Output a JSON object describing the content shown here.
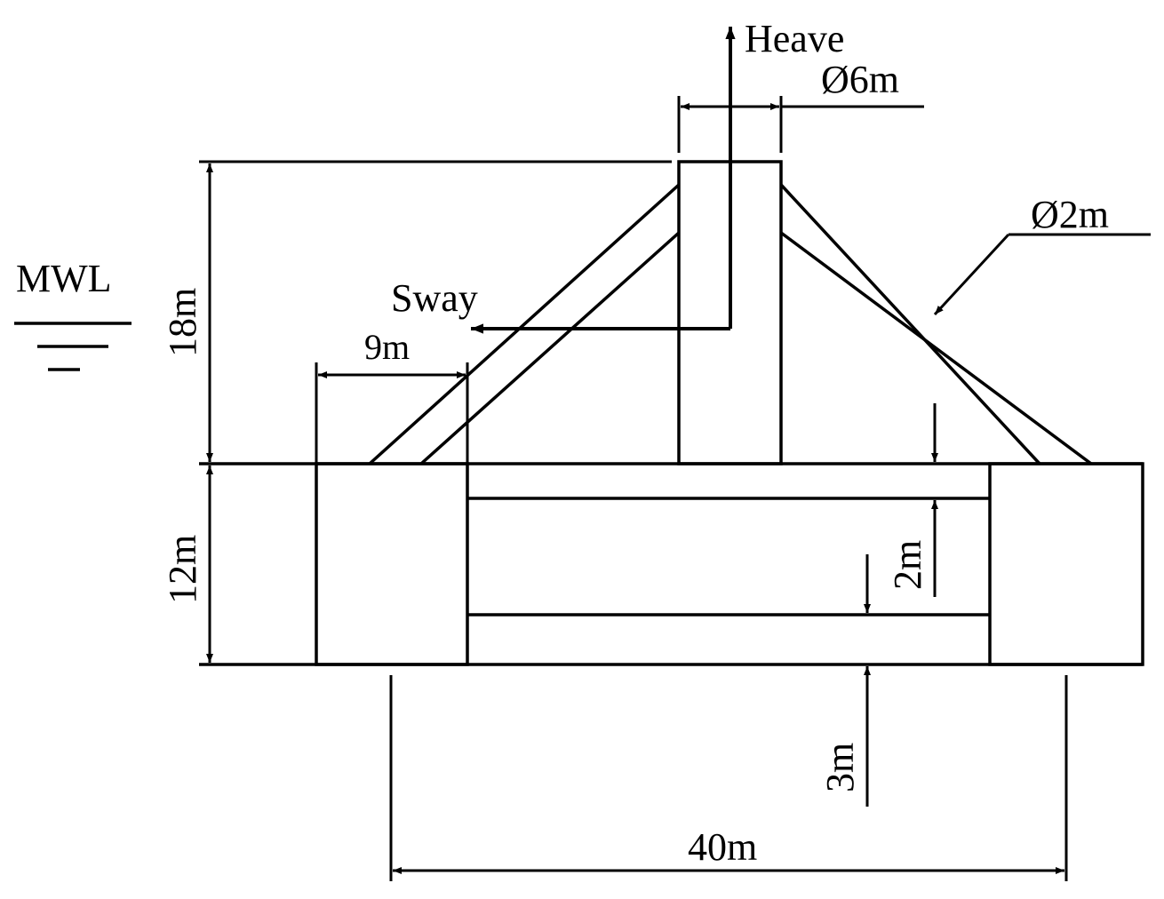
{
  "labels": {
    "mwl": "MWL",
    "heave": "Heave",
    "sway": "Sway",
    "column_diameter": "Ø6m",
    "brace_diameter": "Ø2m",
    "column_height": "18m",
    "pontoon_height": "12m",
    "pontoon_width": "9m",
    "deck_thickness": "2m",
    "gap_height": "3m",
    "base_width": "40m"
  },
  "colors": {
    "line": "#000000",
    "background": "#ffffff"
  }
}
